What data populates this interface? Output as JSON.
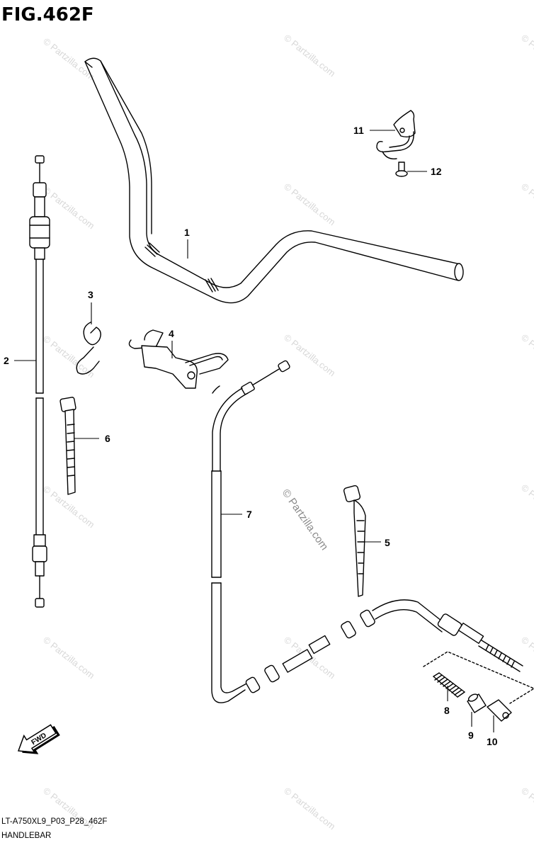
{
  "figure": {
    "title": "FIG.462F",
    "code": "LT-A750XL9_P03_P28_462F",
    "name": "HANDLEBAR"
  },
  "watermark": {
    "text": "© Partzilla.com",
    "center_text": "© Partzilla.com"
  },
  "callouts": {
    "c1": "1",
    "c2": "2",
    "c3": "3",
    "c4": "4",
    "c5": "5",
    "c6": "6",
    "c7": "7",
    "c8": "8",
    "c9": "9",
    "c10": "10",
    "c11": "11",
    "c12": "12"
  },
  "direction": {
    "label": "FWD"
  }
}
